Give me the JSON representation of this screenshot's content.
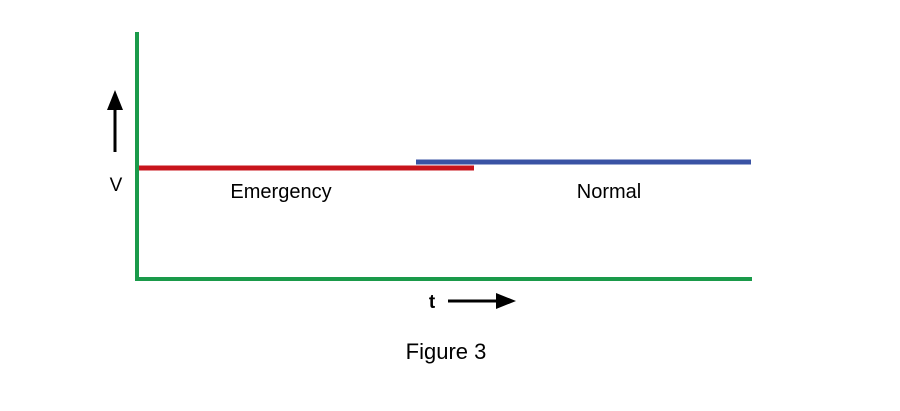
{
  "diagram": {
    "y_axis_label": "V",
    "x_axis_label": "t",
    "caption": "Figure 3",
    "segments": [
      {
        "label": "Emergency",
        "color": "#c8141c"
      },
      {
        "label": "Normal",
        "color": "#3a53a4"
      }
    ],
    "axis_color": "#1a9a4a",
    "arrow_color": "#000000"
  }
}
